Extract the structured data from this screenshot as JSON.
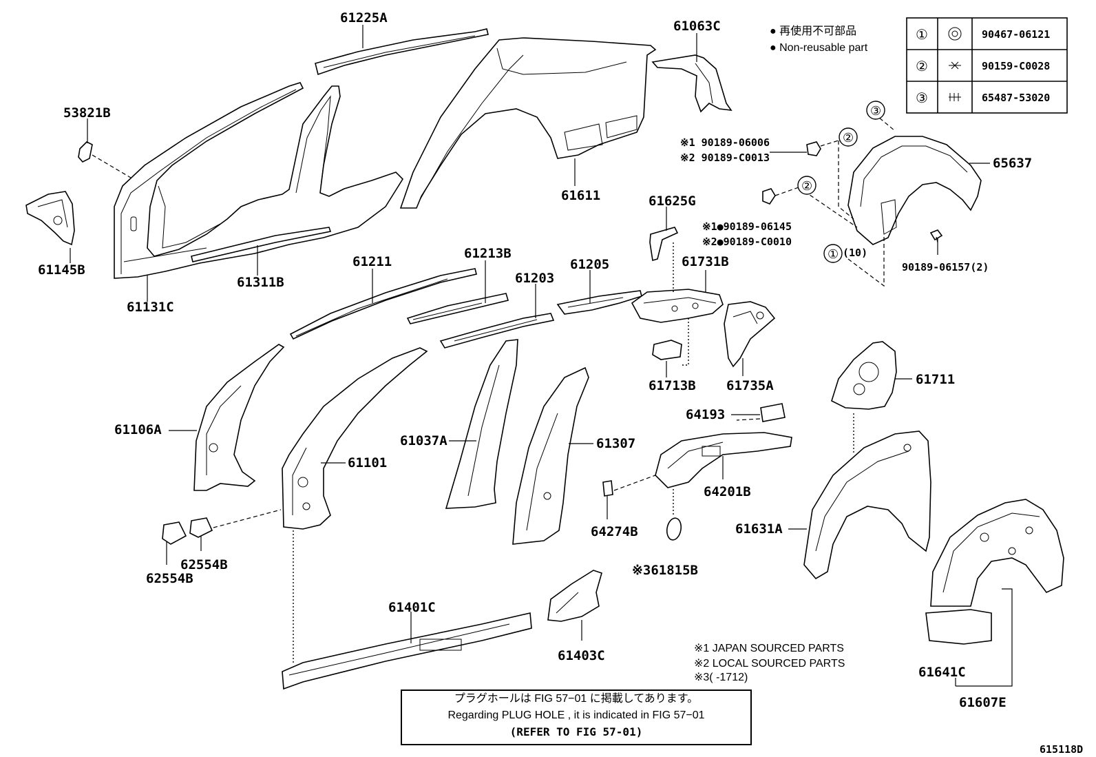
{
  "labels": {
    "p61225A": "61225A",
    "p61063C": "61063C",
    "p53821B": "53821B",
    "p61145B": "61145B",
    "p61131C": "61131C",
    "p61311B": "61311B",
    "p61611": "61611",
    "p65637": "65637",
    "p61625G": "61625G",
    "p61211": "61211",
    "p61213B": "61213B",
    "p61203": "61203",
    "p61205": "61205",
    "p61731B": "61731B",
    "p61713B": "61713B",
    "p61735A": "61735A",
    "p61711": "61711",
    "p61106A": "61106A",
    "p61101": "61101",
    "p61037A": "61037A",
    "p61307": "61307",
    "p64193": "64193",
    "p64201B": "64201B",
    "p64274B": "64274B",
    "p61815B": "※361815B",
    "p61631A": "61631A",
    "p62554B_a": "62554B",
    "p62554B_b": "62554B",
    "p61401C": "61401C",
    "p61403C": "61403C",
    "p61641C": "61641C",
    "p61607E": "61607E",
    "p90189_06157": "90189-06157(2)",
    "fig_code": "615118D"
  },
  "fasteners": {
    "f1_line1": "※1 90189-06006",
    "f1_line2": "※2 90189-C0013",
    "f2_line1": "※1●90189-06145",
    "f2_line2": "※2●90189-C0010",
    "qty10": "(10)"
  },
  "legend": {
    "jp": "● 再使用不可部品",
    "en": "● Non-reusable part"
  },
  "table": [
    {
      "num": "①",
      "part": "90467-06121"
    },
    {
      "num": "②",
      "part": "90159-C0028"
    },
    {
      "num": "③",
      "part": "65487-53020"
    }
  ],
  "callouts": {
    "c1": "①",
    "c2a": "②",
    "c2b": "②",
    "c3": "③"
  },
  "notes": {
    "n1": "※1 JAPAN SOURCED PARTS",
    "n2": "※2 LOCAL SOURCED PARTS",
    "n3": "※3(    -1712)"
  },
  "ref_box": {
    "jp": "プラグホールは FIG 57−01 に掲載してあります。",
    "en": "Regarding PLUG HOLE , it is indicated in FIG 57−01",
    "ref": "(REFER TO FIG 57-01)"
  }
}
